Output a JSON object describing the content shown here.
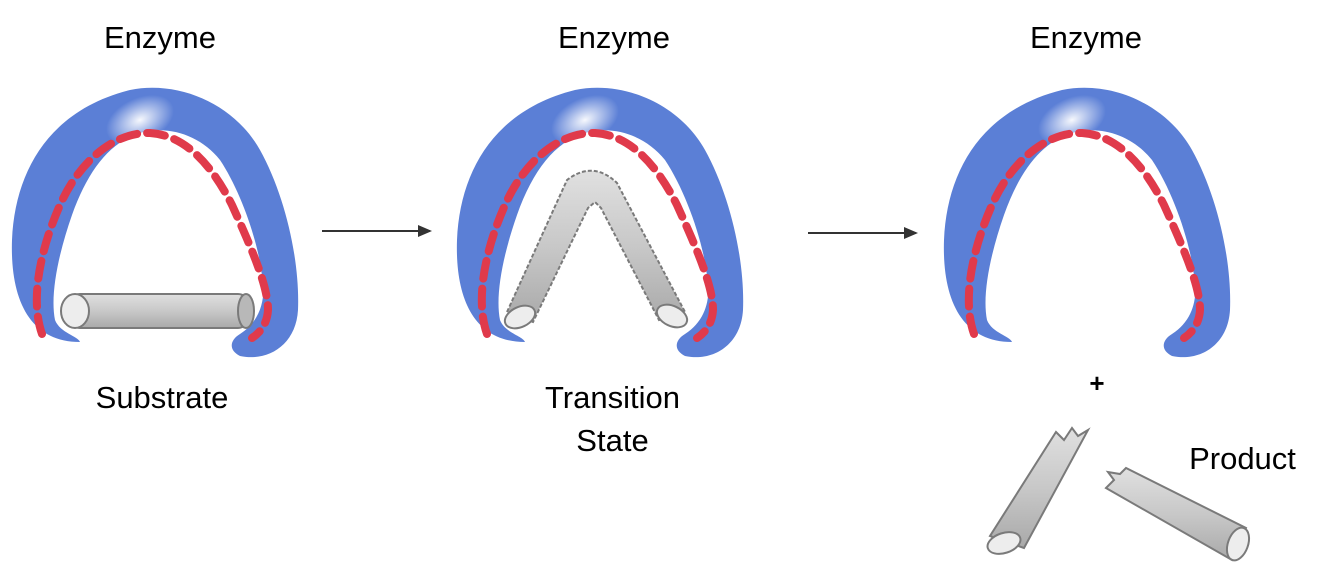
{
  "diagram": {
    "panels": [
      {
        "enzyme_label": "Enzyme",
        "molecule_label": "Substrate"
      },
      {
        "enzyme_label": "Enzyme",
        "molecule_label_line1": "Transition",
        "molecule_label_line2": "State"
      },
      {
        "enzyme_label": "Enzyme",
        "molecule_label": "Product",
        "plus_sign": "+"
      }
    ],
    "colors": {
      "enzyme_fill": "#5b7fd6",
      "enzyme_highlight": "#e8eeff",
      "active_site_dash": "#e03a4b",
      "molecule_fill": "#cfcfcf",
      "molecule_end": "#ededed",
      "molecule_stroke": "#7a7a7a",
      "arrow": "#333333"
    },
    "icons": [
      "enzyme-shape-icon",
      "substrate-cylinder-icon",
      "bent-transition-molecule-icon",
      "product-fragment-icon",
      "arrow-right-icon"
    ]
  }
}
